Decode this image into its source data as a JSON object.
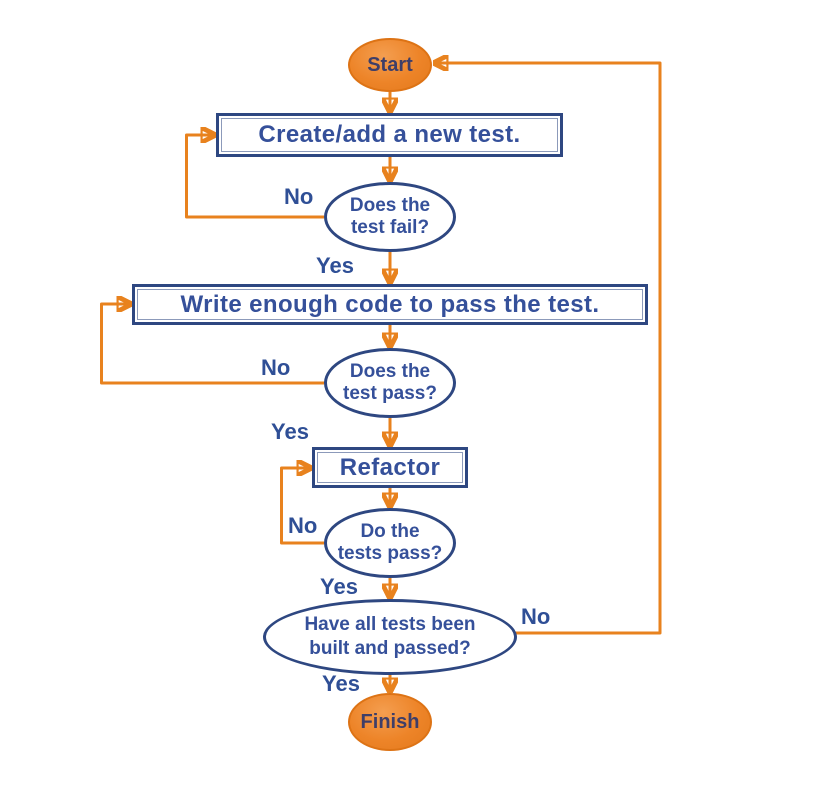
{
  "diagram": {
    "type": "flowchart",
    "subject": "test-driven-development-cycle",
    "colors": {
      "connector_orange": "#E8821E",
      "terminal_fill": "#ED8428",
      "terminal_border": "#DD7315",
      "shape_border_navy": "#2E4781",
      "text_navy": "#35509A",
      "label_navy": "#2F4F96",
      "background": "#FFFFFF"
    },
    "nodes": {
      "start": {
        "shape": "terminal",
        "label": "Start"
      },
      "create_test": {
        "shape": "process",
        "label": "Create/add a new test."
      },
      "test_fail": {
        "shape": "decision",
        "line1": "Does the",
        "line2": "test fail?"
      },
      "write_code": {
        "shape": "process",
        "label": "Write enough code to pass the test."
      },
      "test_pass": {
        "shape": "decision",
        "line1": "Does the",
        "line2": "test pass?"
      },
      "refactor": {
        "shape": "process",
        "label": "Refactor"
      },
      "tests_pass": {
        "shape": "decision",
        "line1": "Do the",
        "line2": "tests pass?"
      },
      "all_built": {
        "shape": "decision",
        "line1": "Have all tests been",
        "line2": "built and passed?"
      },
      "finish": {
        "shape": "terminal",
        "label": "Finish"
      }
    },
    "edge_labels": {
      "fail_no": "No",
      "fail_yes": "Yes",
      "pass_no": "No",
      "pass_yes": "Yes",
      "tests_no": "No",
      "tests_yes": "Yes",
      "built_no": "No",
      "built_yes": "Yes"
    }
  }
}
